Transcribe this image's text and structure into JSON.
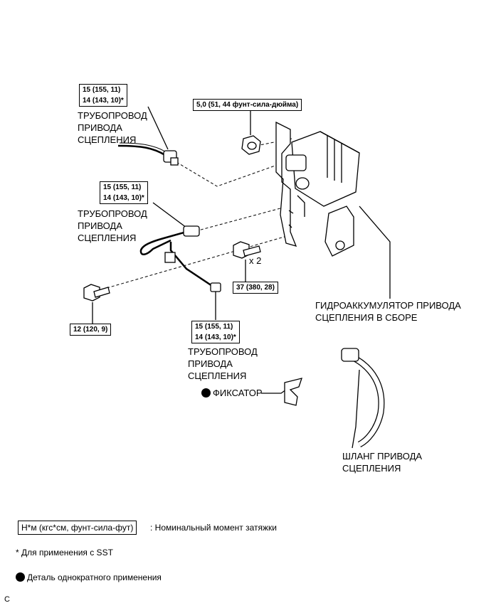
{
  "torque_boxes": {
    "pipe_top": {
      "line1": "15 (155, 11)",
      "line2": "14 (143, 10)*"
    },
    "nut_top": {
      "line1": "5,0 (51, 44 фунт-сила-дюйма)"
    },
    "pipe_mid": {
      "line1": "15 (155, 11)",
      "line2": "14 (143, 10)*"
    },
    "bolt_mid": {
      "line1": "37 (380, 28)"
    },
    "bolt_left": {
      "line1": "12 (120, 9)"
    },
    "pipe_bottom": {
      "line1": "15 (155, 11)",
      "line2": "14 (143, 10)*"
    }
  },
  "labels": {
    "pipe_top": [
      "ТРУБОПРОВОД",
      "ПРИВОДА",
      "СЦЕПЛЕНИЯ"
    ],
    "pipe_mid": [
      "ТРУБОПРОВОД",
      "ПРИВОДА",
      "СЦЕПЛЕНИЯ"
    ],
    "pipe_bottom": [
      "ТРУБОПРОВОД",
      "ПРИВОДА",
      "СЦЕПЛЕНИЯ"
    ],
    "accumulator": [
      "ГИДРОАККУМУЛЯТОР ПРИВОДА",
      "СЦЕПЛЕНИЯ В СБОРЕ"
    ],
    "hose": [
      "ШЛАНГ ПРИВОДА",
      "СЦЕПЛЕНИЯ"
    ],
    "clip": "ФИКСАТОР",
    "qty": "x 2"
  },
  "legend": {
    "torque_box": "Н*м (кгс*см, фунт-сила-фут)",
    "torque_text": ": Номинальный момент затяжки",
    "sst_note": "* Для применения с SST",
    "single_use": "Деталь однократного применения"
  },
  "corner_code": "C"
}
